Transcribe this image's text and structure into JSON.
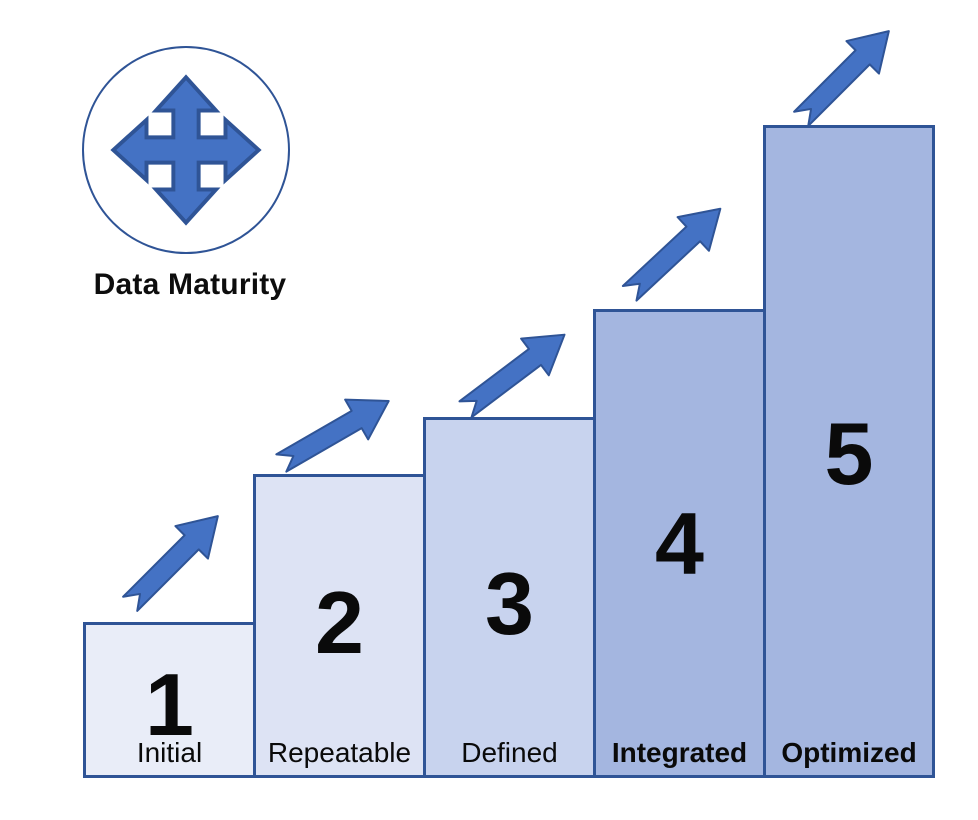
{
  "header": {
    "title": "Data Maturity",
    "icon": "four-way-move-icon"
  },
  "colors": {
    "accent": "#4472C4",
    "outline": "#2F5496",
    "text": "#0D0D0D",
    "background": "#FFFFFF"
  },
  "steps": [
    {
      "number": "1",
      "label": "Initial",
      "fill": "#E9EDF8",
      "label_bold": false
    },
    {
      "number": "2",
      "label": "Repeatable",
      "fill": "#DDE3F4",
      "label_bold": false
    },
    {
      "number": "3",
      "label": "Defined",
      "fill": "#C8D3EE",
      "label_bold": false
    },
    {
      "number": "4",
      "label": "Integrated",
      "fill": "#A4B6E0",
      "label_bold": true
    },
    {
      "number": "5",
      "label": "Optimized",
      "fill": "#A4B6E0",
      "label_bold": true
    }
  ]
}
